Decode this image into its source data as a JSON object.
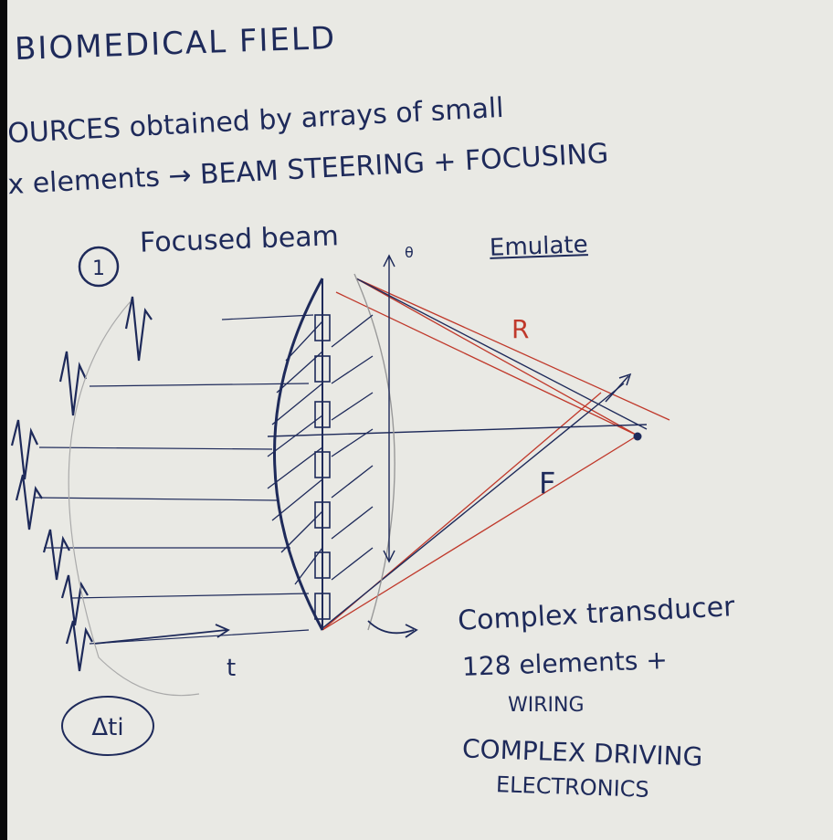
{
  "header": {
    "title": "BIOMEDICAL FIELD",
    "line1": "OURCES obtained by arrays of small",
    "line2": "x elements → BEAM STEERING + FOCUSING"
  },
  "diagram": {
    "marker_number": "1",
    "focused_beam": "Focused beam",
    "theta": "θ",
    "emulate": "Emulate",
    "label_R": "R",
    "label_F": "F",
    "axis_t": "t",
    "delta": "Δti",
    "note": [
      "Complex transducer",
      "128 elements +",
      "WIRING",
      "COMPLEX DRIVING",
      "ELECTRONICS"
    ]
  },
  "colors": {
    "ink": "#1e2a5a",
    "red": "#c0392b",
    "paper": "#e9e9e4"
  }
}
